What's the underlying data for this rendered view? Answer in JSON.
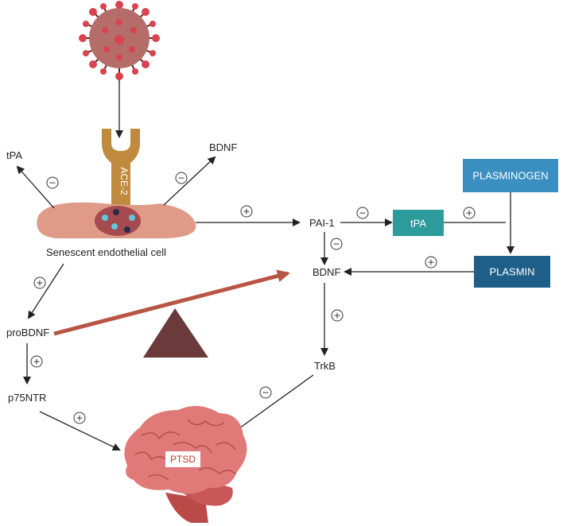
{
  "receptor_label": "ACE-2",
  "cell_label": "Senescent endothelial cell",
  "nodes": {
    "tpa_left": "tPA",
    "bdnf_top": "BDNF",
    "pai1": "PAI-1",
    "tpa_box": "tPA",
    "plasminogen": "PLASMINOGEN",
    "plasmin": "PLASMIN",
    "bdnf_center": "BDNF",
    "probdnf": "proBDNF",
    "trkb": "TrkB",
    "p75ntr": "p75NTR",
    "ptsd": "PTSD"
  },
  "signs": {
    "cell_to_tpa": "−",
    "cell_to_bdnf": "−",
    "cell_to_pai1": "+",
    "pai1_to_tpa": "−",
    "pai1_to_bdnf": "−",
    "tpa_to_plasmin": "+",
    "plasmin_to_bdnf": "+",
    "cell_to_probdnf": "+",
    "bdnf_to_trkb": "+",
    "probdnf_to_p75ntr": "+",
    "trkb_to_ptsd": "−",
    "p75ntr_to_ptsd": "+"
  },
  "colors": {
    "virus": "#b56d6a",
    "virus_spike": "#d9434f",
    "receptor": "#bf8a3d",
    "cell": "#e09a88",
    "nucleus": "#a54a4e",
    "teal_box": "#2d9a9b",
    "plasminogen_box": "#3a8fc0",
    "plasmin_box": "#1e5f8a",
    "seesaw_bar": "#b85544",
    "seesaw_fulcrum": "#6b3a3a",
    "brain": "#e07a78"
  }
}
